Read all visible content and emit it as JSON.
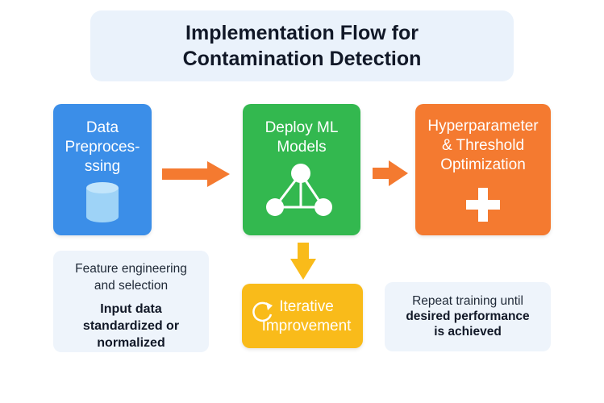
{
  "title": {
    "line1": "Implementation Flow for",
    "line2": "Contamination Detection"
  },
  "steps": [
    {
      "label_lines": [
        "Data",
        "Preproces-",
        "ssing"
      ],
      "color": "#3b8ee8",
      "icon": "database-icon"
    },
    {
      "label_lines": [
        "Deploy ML",
        "Models"
      ],
      "color": "#33b84f",
      "icon": "network-icon"
    },
    {
      "label_lines": [
        "Hyperparameter",
        "& Threshold",
        "Optimization"
      ],
      "color": "#f47a30",
      "icon": "plus-icon"
    }
  ],
  "iterative": {
    "label_lines": [
      "Iterative",
      "Improvement"
    ],
    "color": "#f9bb1a",
    "icon": "cycle-arrow-icon"
  },
  "notes": {
    "left": {
      "line1": "Feature engineering",
      "line2": "and selection",
      "bold1": "Input data",
      "bold2": "standardized or",
      "bold3": "normalized"
    },
    "right": {
      "line1": "Repeat training until",
      "bold1": "desired performance",
      "bold2": "is achieved"
    }
  },
  "arrow_color": "#f47a30",
  "down_arrow_color": "#f9bb1a"
}
